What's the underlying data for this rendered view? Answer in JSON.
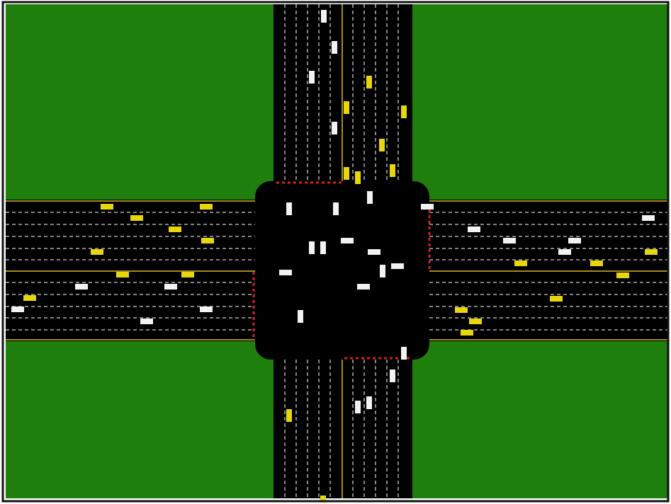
{
  "simulation": {
    "colors": {
      "grass": "#1e7f0c",
      "road": "#000000",
      "lane_marking": "#cfcfcf",
      "median_line": "#a68a1e",
      "stop_signal": "#d42020",
      "car_yellow": "#e8d60c",
      "car_white": "#f2f2f2",
      "frame": "#111111"
    },
    "approaches": [
      {
        "name": "north",
        "signal": "red"
      },
      {
        "name": "east",
        "signal": "red"
      },
      {
        "name": "south",
        "signal": "red"
      },
      {
        "name": "west",
        "signal": "red"
      }
    ],
    "vehicle_colors": [
      "yellow",
      "white"
    ]
  }
}
